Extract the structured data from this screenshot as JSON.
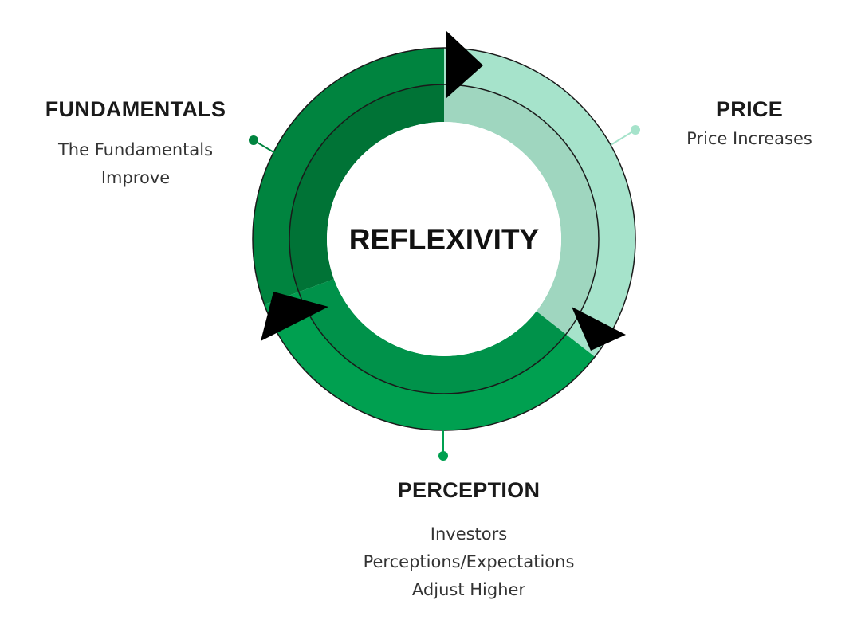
{
  "center": {
    "title": "REFLEXIVITY"
  },
  "nodes": {
    "fundamentals": {
      "title": "FUNDAMENTALS",
      "description_lines": [
        "The Fundamentals",
        "Improve"
      ]
    },
    "price": {
      "title": "PRICE",
      "description_lines": [
        "Price Increases"
      ]
    },
    "perception": {
      "title": "PERCEPTION",
      "description_lines": [
        "Investors",
        "Perceptions/Expectations",
        "Adjust Higher"
      ]
    }
  },
  "colors": {
    "fundamentals_outer": "#00843f",
    "fundamentals_inner": "#007336",
    "price_outer": "#a6e3cb",
    "price_inner": "#9fd6bf",
    "perception_outer": "#00a050",
    "perception_inner": "#00924a",
    "arrow": "#000000"
  }
}
